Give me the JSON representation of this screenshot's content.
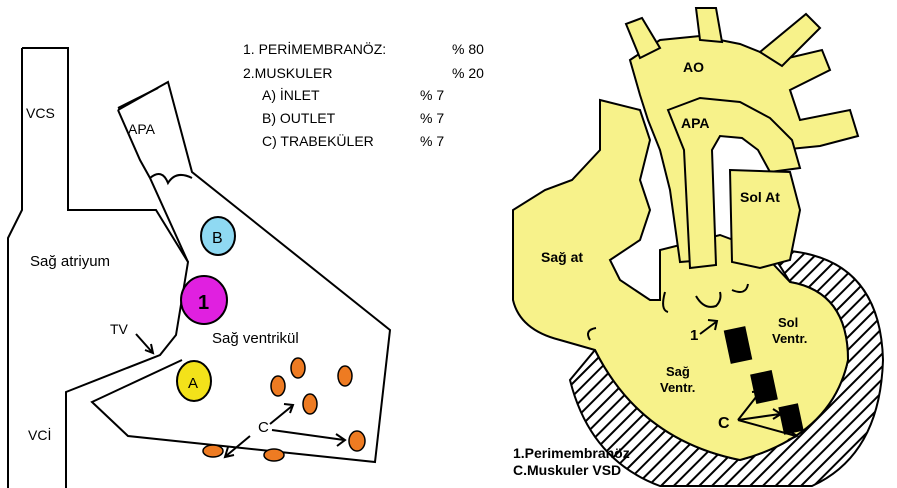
{
  "left": {
    "labels": {
      "vcs": "VCS",
      "vci": "VCİ",
      "apa": "APA",
      "sag_atriyum": "Sağ atriyum",
      "sag_ventrikul": "Sağ ventrikül",
      "tv": "TV",
      "b": "B",
      "one": "1",
      "a": "A",
      "c": "C"
    },
    "legend": [
      {
        "name": "1. PERİMEMBRANÖZ:",
        "pct": "% 80"
      },
      {
        "name": "2.MUSKULER",
        "pct": "% 20"
      },
      {
        "name": "A) İNLET",
        "pct": "% 7"
      },
      {
        "name": "B) OUTLET",
        "pct": "% 7"
      },
      {
        "name": "C) TRABEKÜLER",
        "pct": "% 7"
      }
    ],
    "colors": {
      "b": "#8fd9f2",
      "one": "#e020e0",
      "a": "#f3e21a",
      "c": "#ee7b22"
    }
  },
  "right": {
    "labels": {
      "ao": "AO",
      "apa": "APA",
      "sol_at": "Sol At",
      "sag_at": "Sağ at",
      "one": "1",
      "sol_ventr_1": "Sol",
      "sol_ventr_2": "Ventr.",
      "sag_ventr_1": "Sağ",
      "sag_ventr_2": "Ventr.",
      "c": "C",
      "caption_1": "1.Perimembranöz",
      "caption_2": "C.Muskuler VSD"
    },
    "colors": {
      "fill": "#f7f28a"
    }
  }
}
